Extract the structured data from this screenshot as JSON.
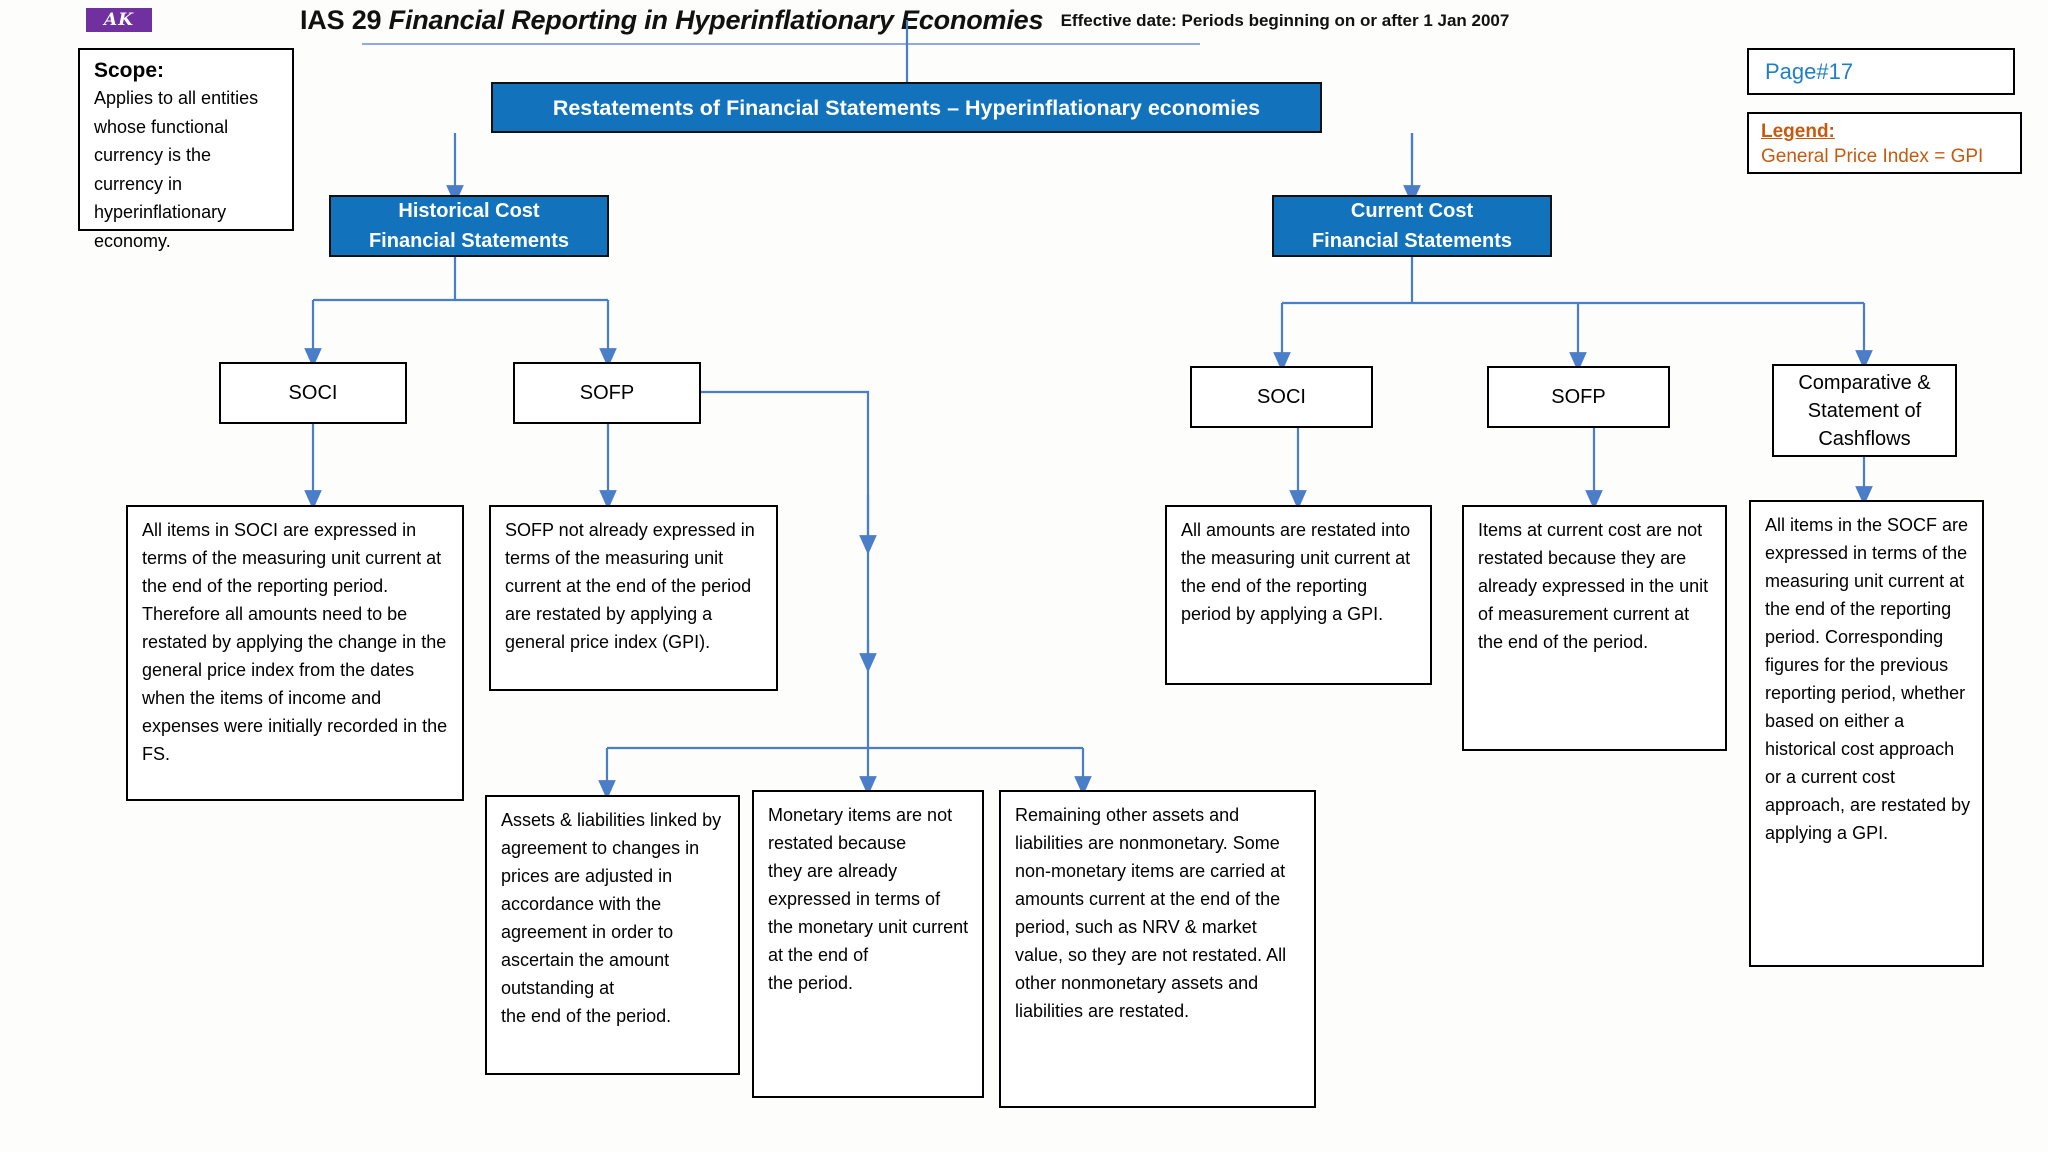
{
  "logo": {
    "text": "AK"
  },
  "header": {
    "title_standard": "IAS 29 ",
    "title_italic": "Financial Reporting in Hyperinflationary Economies",
    "effective_date": "Effective date: Periods beginning on or after 1 Jan 2007"
  },
  "scope": {
    "title": "Scope:",
    "body": "Applies to all entities whose functional currency is the currency in hyperinflationary economy."
  },
  "page_marker": {
    "label": "Page#17"
  },
  "legend": {
    "title": "Legend:",
    "text": "General Price Index = GPI"
  },
  "colors": {
    "blue_box": "#1273BC",
    "connector": "#4B7EC8",
    "legend_text": "#C55A11",
    "page_text": "#1F7FC4",
    "logo_bg": "#7030A0",
    "title_rule": "#8FAADC"
  },
  "nodes": {
    "root": "Restatements of Financial Statements – Hyperinflationary economies",
    "historical_cost": "Historical Cost\nFinancial Statements",
    "current_cost": "Current Cost\nFinancial Statements",
    "hist_soci": "SOCI",
    "hist_sofp": "SOFP",
    "curr_soci": "SOCI",
    "curr_sofp": "SOFP",
    "comparative": "Comparative &\nStatement of\nCashflows"
  },
  "descriptions": {
    "hist_soci_text": "All items in SOCI are expressed in terms of the measuring unit current at the end of the reporting period. Therefore all amounts need to be restated by applying the change in the general price index from the dates when the items of income and expenses were initially recorded in the FS.",
    "hist_sofp_text": "SOFP not already expressed in terms of the measuring unit current at the end of the period are restated by applying a general price index (GPI).",
    "curr_soci_text": "All amounts are restated into the measuring unit current at the end of the reporting period by applying a GPI.",
    "curr_sofp_text": "Items at current cost are not restated because they are already expressed in the unit of measurement current at the end of the period.",
    "comparative_text": "All items in the SOCF are expressed in terms of the measuring unit current at the end of the reporting period. Corresponding figures for the previous reporting period, whether based on either a historical cost approach or a current cost approach, are restated by applying a GPI.",
    "assets_liabilities_text": "Assets & liabilities linked by agreement to changes in prices are adjusted in accordance with the agreement in order to ascertain the amount outstanding at\nthe end of the period.",
    "monetary_items_text": "Monetary items are not restated because\nthey are already expressed in terms of\nthe monetary unit current at the end of\nthe period.",
    "remaining_assets_text": "Remaining other assets and liabilities are nonmonetary. Some non-monetary items are carried at amounts current at the end of the period, such as NRV & market value, so they are not restated. All other nonmonetary assets and liabilities are restated."
  }
}
